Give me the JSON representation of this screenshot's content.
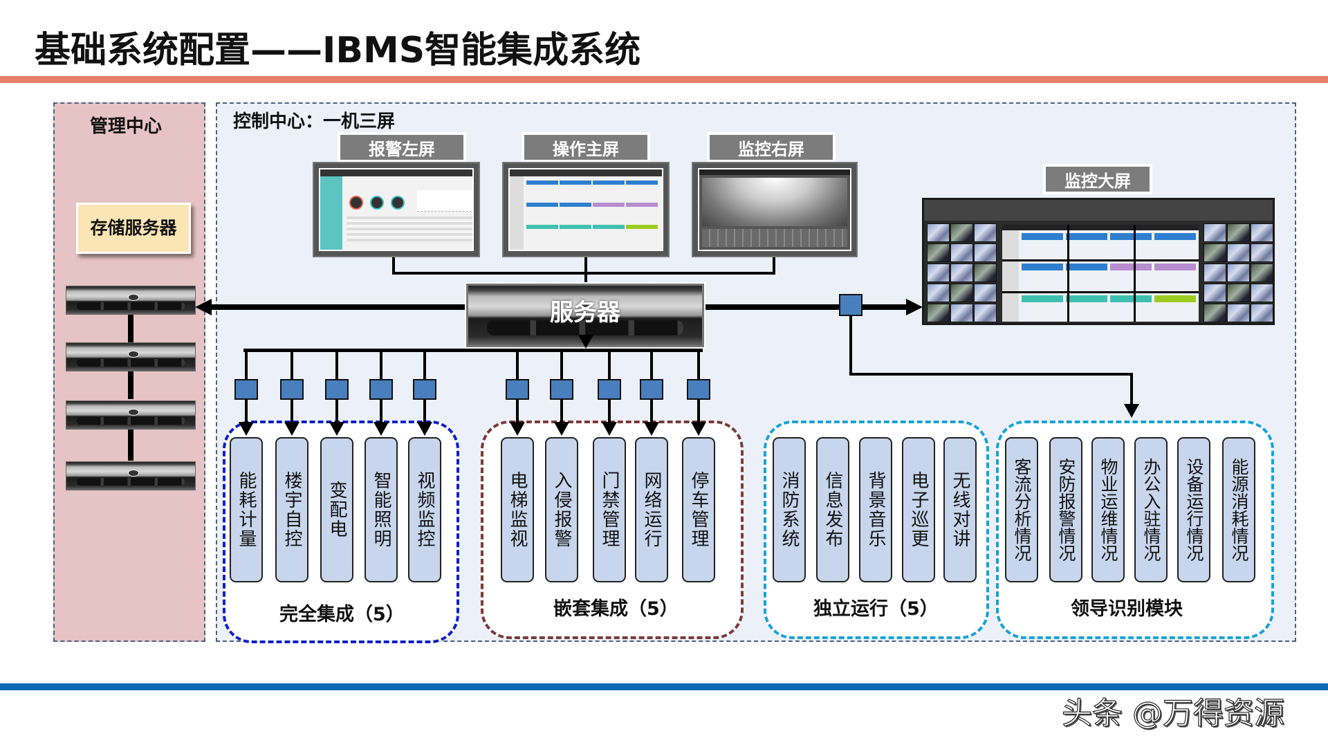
{
  "title": "基础系统配置——IBMS智能集成系统",
  "watermark": "头条 @万得资源",
  "colors": {
    "title_bar": "#e8806a",
    "footer_bar": "#0c6ab5",
    "management_panel_bg": "#e6c3c4",
    "control_panel_bg": "#ecf0f8",
    "switch_node": "#4a7fbd",
    "module_fill": "#c7d6ec",
    "full_integration_border": "#1020c8",
    "nested_integration_border": "#7a3b3b",
    "independent_border": "#1aa3d6",
    "leadership_border": "#1aa3d6"
  },
  "management_center": {
    "title": "管理中心",
    "storage_label": "存储服务器",
    "storage_server_count": 4
  },
  "control_center": {
    "title": "控制中心：一机三屏",
    "screens": [
      {
        "label": "报警左屏",
        "content": "alarm-dashboard"
      },
      {
        "label": "操作主屏",
        "content": "operation-dashboard"
      },
      {
        "label": "监控右屏",
        "content": "surveillance-video"
      }
    ],
    "big_screen": {
      "label": "监控大屏"
    },
    "server_label": "服务器"
  },
  "groups": [
    {
      "label": "完全集成（5）",
      "modules": [
        "能耗计量",
        "楼宇自控",
        "变配电",
        "智能照明",
        "视频监控"
      ]
    },
    {
      "label": "嵌套集成（5）",
      "modules": [
        "电梯监视",
        "入侵报警",
        "门禁管理",
        "网络运行",
        "停车管理"
      ]
    },
    {
      "label": "独立运行（5）",
      "modules": [
        "消防系统",
        "信息发布",
        "背景音乐",
        "电子巡更",
        "无线对讲"
      ]
    },
    {
      "label": "领导识别模块",
      "modules": [
        "客流分析情况",
        "安防报警情况",
        "物业运维情况",
        "办公入驻情况",
        "设备运行情况",
        "能源消耗情况"
      ]
    }
  ]
}
